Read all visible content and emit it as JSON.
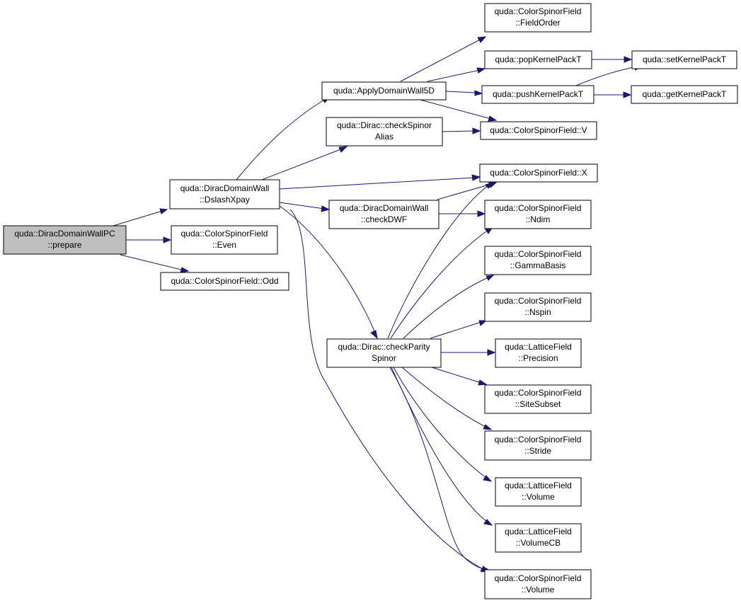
{
  "diagram": {
    "nodes": {
      "n_prepare": [
        "quda::DiracDomainWallPC",
        "::prepare"
      ],
      "n_dslash": [
        "quda::DiracDomainWall",
        "::DslashXpay"
      ],
      "n_even": [
        "quda::ColorSpinorField",
        "::Even"
      ],
      "n_odd": [
        "quda::ColorSpinorField::Odd"
      ],
      "n_apply": [
        "quda::ApplyDomainWall5D"
      ],
      "n_alias": [
        "quda::Dirac::checkSpinor",
        "Alias"
      ],
      "n_x": [
        "quda::ColorSpinorField::X"
      ],
      "n_dwf": [
        "quda::DiracDomainWall",
        "::checkDWF"
      ],
      "n_parity": [
        "quda::Dirac::checkParity",
        "Spinor"
      ],
      "n_fieldorder": [
        "quda::ColorSpinorField",
        "::FieldOrder"
      ],
      "n_pop": [
        "quda::popKernelPackT"
      ],
      "n_push": [
        "quda::pushKernelPackT"
      ],
      "n_v": [
        "quda::ColorSpinorField::V"
      ],
      "n_set": [
        "quda::setKernelPackT"
      ],
      "n_get": [
        "quda::getKernelPackT"
      ],
      "n_ndim": [
        "quda::ColorSpinorField",
        "::Ndim"
      ],
      "n_gamma": [
        "quda::ColorSpinorField",
        "::GammaBasis"
      ],
      "n_nspin": [
        "quda::ColorSpinorField",
        "::Nspin"
      ],
      "n_precision": [
        "quda::LatticeField",
        "::Precision"
      ],
      "n_sitesubset": [
        "quda::ColorSpinorField",
        "::SiteSubset"
      ],
      "n_stride": [
        "quda::ColorSpinorField",
        "::Stride"
      ],
      "n_lvolume": [
        "quda::LatticeField",
        "::Volume"
      ],
      "n_volumecb": [
        "quda::LatticeField",
        "::VolumeCB"
      ],
      "n_csvolume": [
        "quda::ColorSpinorField",
        "::Volume"
      ]
    }
  }
}
